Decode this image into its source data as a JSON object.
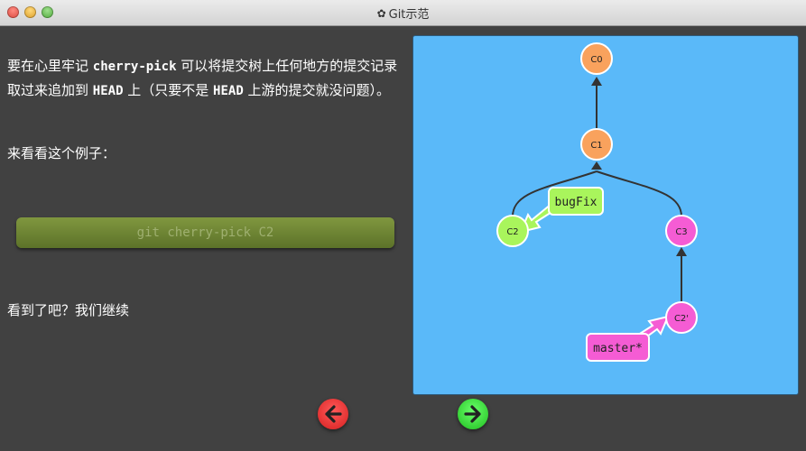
{
  "window": {
    "title": "Git示范",
    "title_icon": "gear-icon"
  },
  "intro": {
    "p1_a": "要在心里牢记 ",
    "p1_code1": "cherry-pick",
    "p1_b": " 可以将提交树上任何地方的提交记录取过来追加到 ",
    "p1_code2": "HEAD",
    "p1_c": " 上（只要不是 ",
    "p1_code3": "HEAD",
    "p1_d": " 上游的提交就没问题）。",
    "p2": "来看看这个例子：",
    "p3": "看到了吧？我们继续"
  },
  "command": {
    "label": "git cherry-pick C2"
  },
  "graph": {
    "commits": [
      {
        "id": "C0",
        "color": "#f9a25d"
      },
      {
        "id": "C1",
        "color": "#f9a25d"
      },
      {
        "id": "C2",
        "color": "#a9f55c"
      },
      {
        "id": "C3",
        "color": "#f55cd4"
      },
      {
        "id": "C2'",
        "color": "#f55cd4"
      }
    ],
    "branches": [
      {
        "name": "bugFix",
        "color": "#a9f55c",
        "target": "C2"
      },
      {
        "name": "master*",
        "color": "#f55cd4",
        "target": "C2'"
      }
    ]
  },
  "nav": {
    "back_icon": "arrow-left-icon",
    "forward_icon": "arrow-right-icon"
  },
  "colors": {
    "background": "#414141",
    "panel": "#5ab9f9",
    "button": "#6f8535",
    "back": "#e53030",
    "forward": "#3be03b"
  }
}
